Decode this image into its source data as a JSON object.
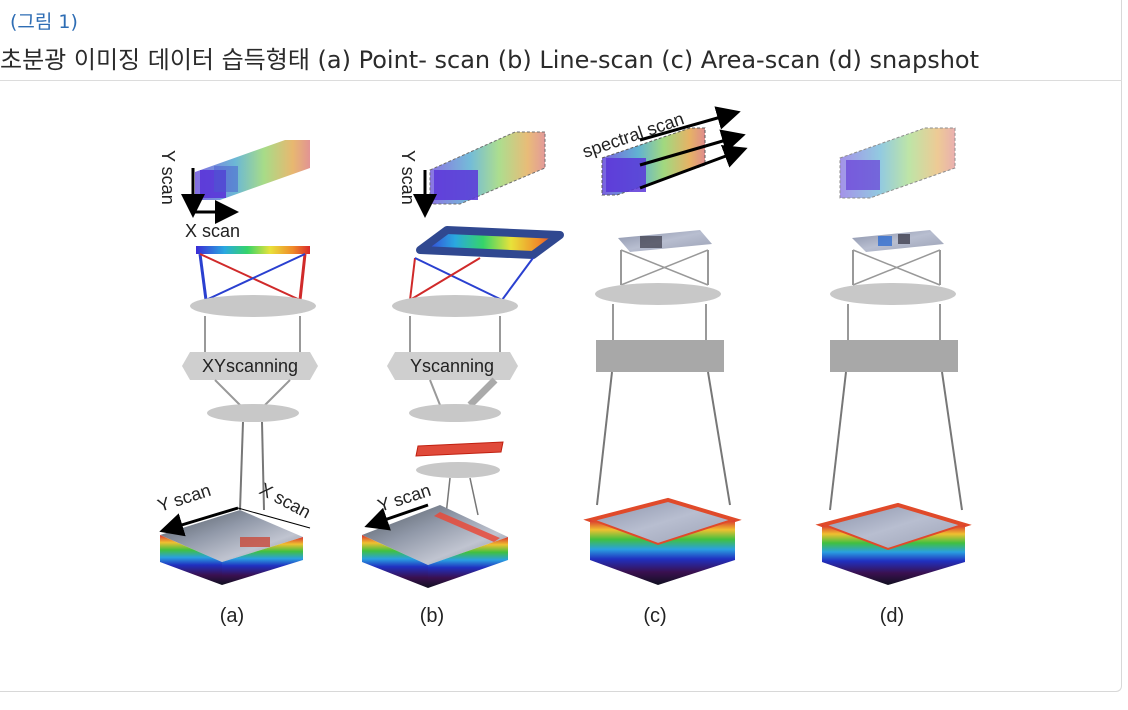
{
  "figure": {
    "number_label": "(그림 1)",
    "title": "초분광 이미징 데이터 습득형태 (a) Point- scan (b) Line-scan (c) Area-scan (d) snapshot"
  },
  "diagram": {
    "panels": [
      {
        "id": "a",
        "caption": "(a)",
        "cube_scan_y": "Y scan",
        "cube_scan_x": "X scan",
        "scanner_label": "XYscanning",
        "sample_scan_y": "Y scan",
        "sample_scan_x": "X scan"
      },
      {
        "id": "b",
        "caption": "(b)",
        "cube_scan_y": "Y scan",
        "scanner_label": "Yscanning",
        "sample_scan_y": "Y scan"
      },
      {
        "id": "c",
        "caption": "(c)",
        "cube_scan_spectral": "spectral scan"
      },
      {
        "id": "d",
        "caption": "(d)"
      }
    ]
  }
}
